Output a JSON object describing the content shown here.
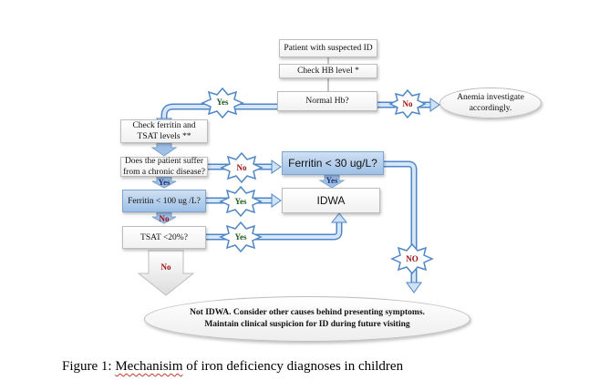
{
  "nodes": {
    "patient": "Patient with suspected ID",
    "check_hb": "Check HB level *",
    "normal_hb": "Normal Hb?",
    "anemia": [
      "Anemia investigate",
      "accordingly."
    ],
    "check_ferritin": [
      "Check ferritin and",
      "TSAT levels **"
    ],
    "chronic": [
      "Does the patient suffer",
      "from a chronic disease?"
    ],
    "ferritin30": "Ferritin < 30 ug/L?",
    "ferritin100": "Ferritin < 100 ug /L?",
    "idwa": "IDWA",
    "tsat": "TSAT <20%?",
    "not_idwa": [
      "Not IDWA. Consider other causes behind presenting symptoms.",
      "Maintain clinical suspicion for ID during future visiting"
    ]
  },
  "labels": {
    "yes": "Yes",
    "no": "No",
    "no_caps": "NO"
  },
  "caption": {
    "prefix": "Figure 1: ",
    "word": "Mechanisim",
    "rest": " of iron deficiency diagnoses in children"
  },
  "colors": {
    "arrow_fill": "#cfe2f7",
    "arrow_stroke": "#4f86c6",
    "blue_box": "#9ec0e6",
    "yes_text": "#1f5a1f",
    "no_text": "#a01010",
    "yes_navy": "#1f2f6e"
  }
}
